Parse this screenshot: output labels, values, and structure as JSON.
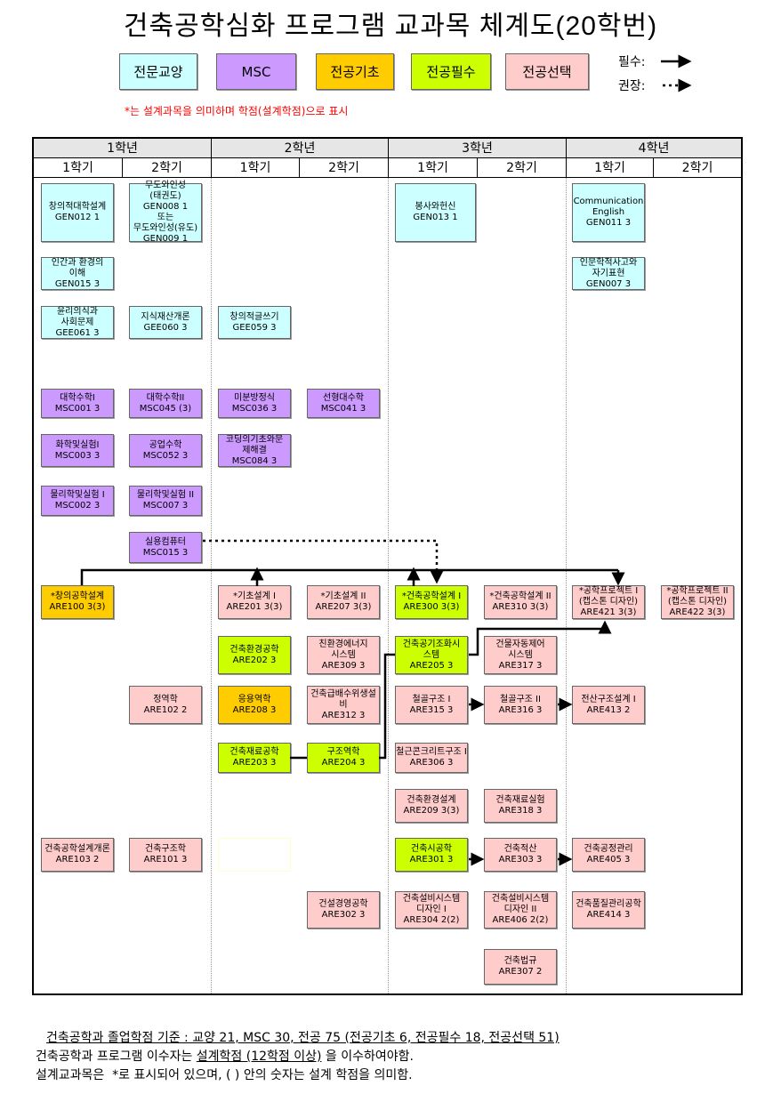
{
  "title": "건축공학심화 프로그램 교과목 체계도(20학번)",
  "legend": {
    "gen": "전문교양",
    "msc": "MSC",
    "fnd": "전공기초",
    "req": "전공필수",
    "sel": "전공선택",
    "required": "필수:",
    "recommended": "권장:"
  },
  "note": "*는 설계과목을 의미하며 학점(설계학점)으로 표시",
  "colors": {
    "gen": "#ccffff",
    "msc": "#cc99ff",
    "fnd": "#ffcc00",
    "req": "#ccff00",
    "sel": "#ffcccc"
  },
  "years": [
    "1학년",
    "2학년",
    "3학년",
    "4학년"
  ],
  "semesters": [
    "1학기",
    "2학기",
    "1학기",
    "2학기",
    "1학기",
    "2학기",
    "1학기",
    "2학기"
  ],
  "courses": [
    "창의적대학설계\nGEN012  1",
    "무도와인성\n(태권도)\nGEN008  1\n또는\n무도와인성(유도)\nGEN009  1",
    "봉사와헌신\nGEN013  1",
    "Communication\nEnglish\nGEN011  3",
    "인간과 환경의\n이해\nGEN015  3",
    "인문학적사고와\n자기표현\nGEN007  3",
    "윤리의식과\n사회문제\nGEE061  3",
    "지식재산개론\nGEE060  3",
    "창의적글쓰기\nGEE059  3",
    "대학수학I\nMSC001  3",
    "대학수학II\nMSC045  (3)",
    "미분방정식\nMSC036  3",
    "선형대수학\nMSC041  3",
    "화학및실험I\nMSC003  3",
    "공업수학\nMSC052  3",
    "코딩의기초와문\n제해결\nMSC084  3",
    "물리학및실험 I\nMSC002  3",
    "물리학및실험 II\nMSC007  3",
    "실용컴퓨터\nMSC015  3",
    "*창의공학설계\nARE100  3(3)",
    "*기초설계 I\nARE201  3(3)",
    "*기초설계 II\nARE207  3(3)",
    "*건축공학설계 I\nARE300  3(3)",
    "*건축공학설계 II\nARE310  3(3)",
    "*공학프로젝트 I\n(캡스톤 디자인)\nARE421  3(3)",
    "*공학프로젝트 II\n(캡스톤 디자인)\nARE422  3(3)",
    "건축환경공학\nARE202  3",
    "친환경에너지\n시스템\nARE309  3",
    "건축공기조화시\n스템\nARE205  3",
    "건물자동제어\n시스템\nARE317  3",
    "정역학\nARE102  2",
    "응용역학\nARE208  3",
    "건축급배수위생설\n비\nARE312  3",
    "철골구조 I\nARE315  3",
    "철골구조 II\nARE316  3",
    "전산구조설계 I\nARE413  2",
    "건축재료공학\nARE203  3",
    "구조역학\nARE204  3",
    "철근콘크리트구조 I\nARE306  3",
    "건축환경설계\nARE209  3(3)",
    "건축재료실험\nARE318  3",
    "건축공학설계개론\nARE103  2",
    "건축구조학\nARE101  3",
    "건축시공학\nARE301  3",
    "건축적산\nARE303  3",
    "건축공정관리\nARE405  3",
    "건설경영공학\nARE302  3",
    "건축설비시스템\n디자인 I\nARE304  2(2)",
    "건축설비시스템\n디자인 II\nARE406  2(2)",
    "건축품질관리공학\nARE414  3",
    "건축법규\nARE307  2"
  ],
  "footer": {
    "line1": "건축공학과 졸업학점 기준 : 교양 21, MSC 30, 전공 75 (전공기초 6, 전공필수 18, 전공선택 51)",
    "line2a": "건축공학과 프로그램 이수자는 ",
    "line2b": "설계학점 (12학점 이상)",
    "line2c": " 을 이수하여야함.",
    "line3": "설계교과목은  *로 표시되어 있으며, ( ) 안의 숫자는 설계 학점을 의미함."
  }
}
